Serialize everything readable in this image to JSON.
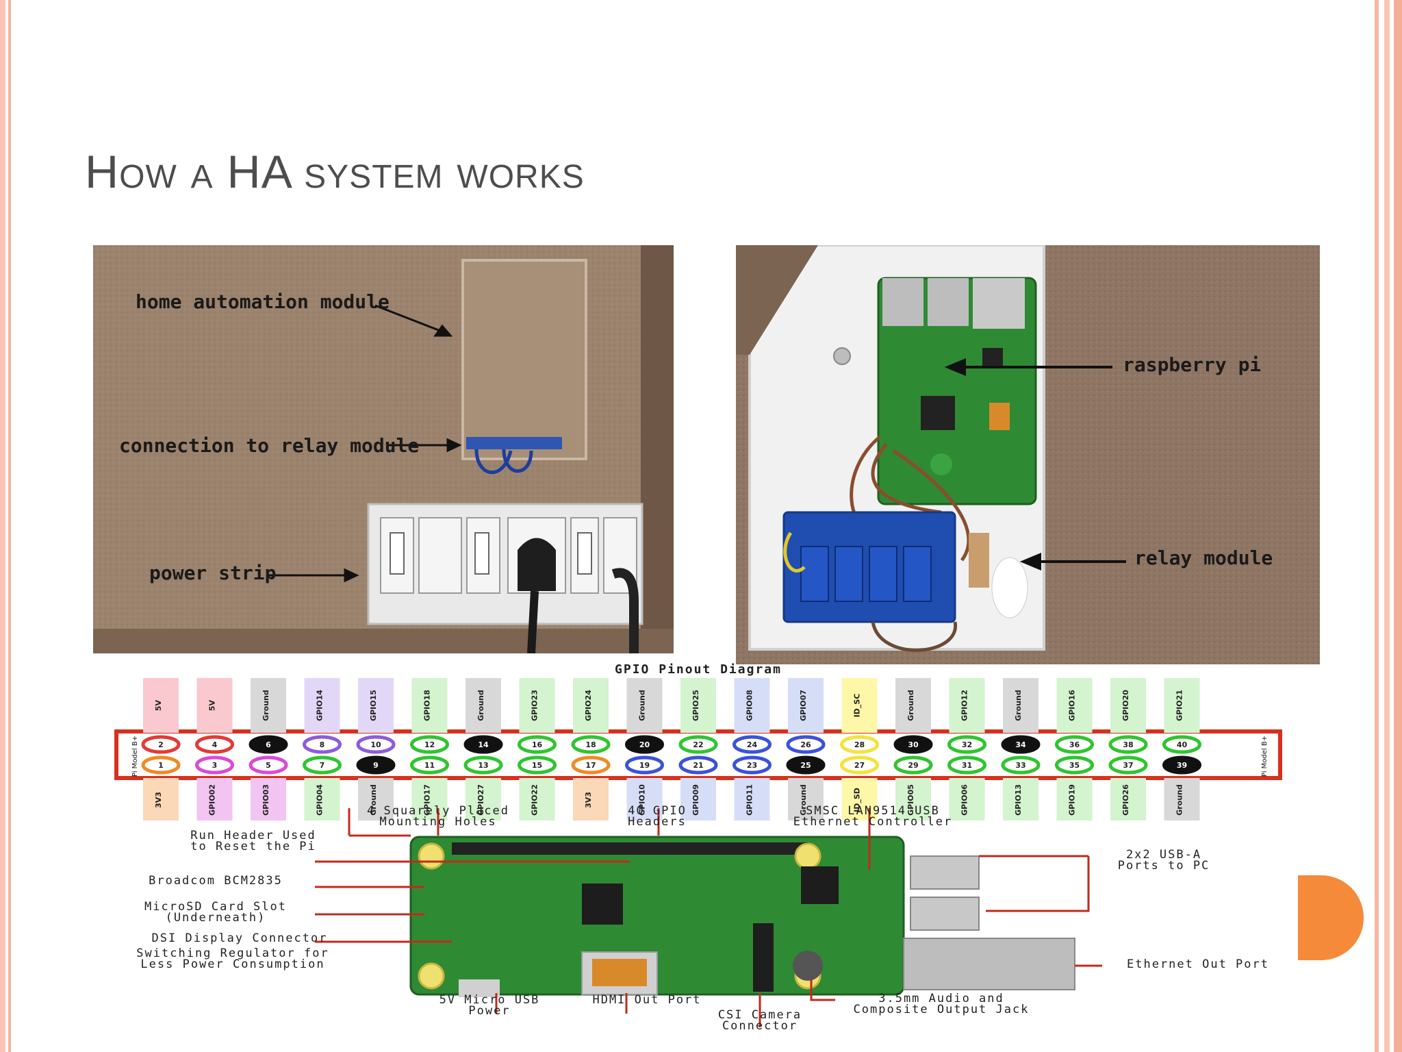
{
  "slide": {
    "title": "How a HA system works"
  },
  "left_photo": {
    "labels": {
      "home_automation_module": "home automation module",
      "connection_to_relay": "connection to relay module",
      "power_strip": "power strip"
    }
  },
  "right_photo": {
    "labels": {
      "raspberry_pi": "raspberry pi",
      "relay_module": "relay module"
    }
  },
  "pinout": {
    "title": "GPIO Pinout Diagram",
    "board_left": "Pi Model B+",
    "board_right": "Pi Model B+",
    "top_row": [
      "5V",
      "5V",
      "Ground",
      "GPIO14",
      "GPIO15",
      "GPIO18",
      "Ground",
      "GPIO23",
      "GPIO24",
      "Ground",
      "GPIO25",
      "GPIO08",
      "GPIO07",
      "ID_SC",
      "Ground",
      "GPIO12",
      "Ground",
      "GPIO16",
      "GPIO20",
      "GPIO21"
    ],
    "top_nums": [
      "2",
      "4",
      "6",
      "8",
      "10",
      "12",
      "14",
      "16",
      "18",
      "20",
      "22",
      "24",
      "26",
      "28",
      "30",
      "32",
      "34",
      "36",
      "38",
      "40"
    ],
    "bottom_row": [
      "3V3",
      "GPIO02",
      "GPIO03",
      "GPIO04",
      "Ground",
      "GPIO17",
      "GPIO27",
      "GPIO22",
      "3V3",
      "GPIO10",
      "GPIO09",
      "GPIO11",
      "Ground",
      "ID_SD",
      "GPIO05",
      "GPIO06",
      "GPIO13",
      "GPIO19",
      "GPIO26",
      "Ground"
    ],
    "bottom_nums": [
      "1",
      "3",
      "5",
      "7",
      "9",
      "11",
      "13",
      "15",
      "17",
      "19",
      "21",
      "23",
      "25",
      "27",
      "29",
      "31",
      "33",
      "35",
      "37",
      "39"
    ]
  },
  "board": {
    "callouts": {
      "mounting_holes": "4 Squarely Placed\nMounting Holes",
      "gpio_headers": "40 GPIO\nHeaders",
      "ethernet_controller": "SMSC LAN9514 USB\nEthernet Controller",
      "run_header": "Run Header Used\nto Reset the Pi",
      "broadcom": "Broadcom BCM2835",
      "microsd": "MicroSD Card Slot\n(Underneath)",
      "dsi": "DSI Display Connector",
      "regulator": "Switching Regulator for\nLess Power Consumption",
      "usb_ports": "2x2 USB-A\nPorts to PC",
      "ethernet_port": "Ethernet Out Port",
      "micro_usb": "5V Micro USB\nPower",
      "hdmi": "HDMI Out Port",
      "csi": "CSI Camera\nConnector",
      "audio": "3.5mm Audio and\nComposite Output Jack"
    }
  },
  "colors": {
    "accent": "#f58a3a",
    "frame": "#f9c6b3",
    "title": "#4d4d4d",
    "header_red": "#d7311e",
    "pcb_green": "#2f8a34"
  }
}
